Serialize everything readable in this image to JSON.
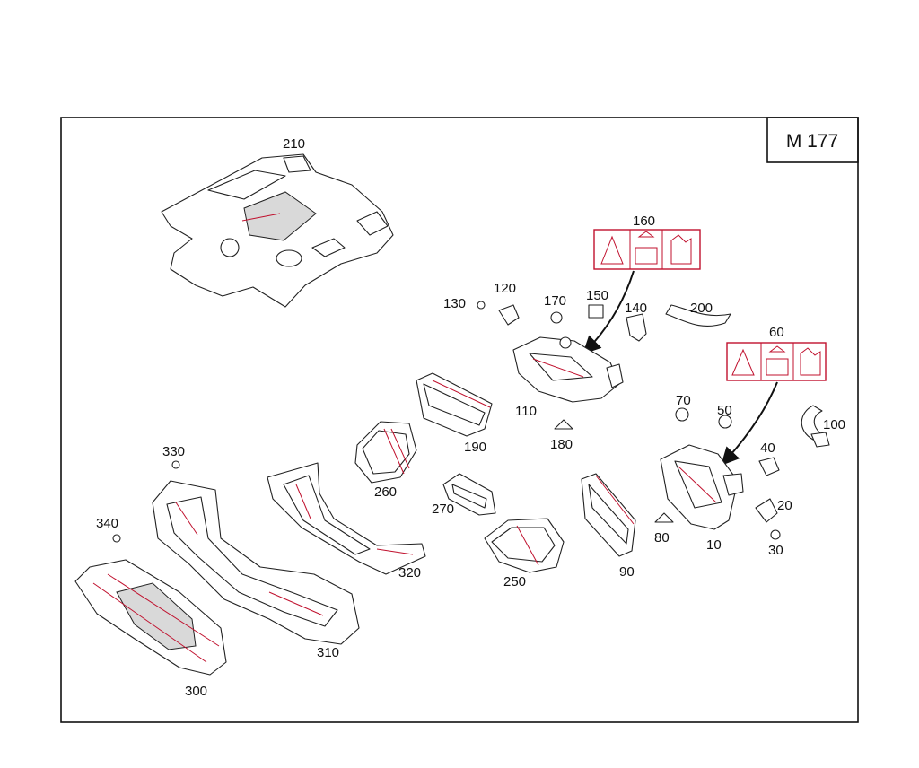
{
  "badge": "M 177",
  "callouts": {
    "p10": "10",
    "p20": "20",
    "p30": "30",
    "p40": "40",
    "p50": "50",
    "p60": "60",
    "p70": "70",
    "p80": "80",
    "p90": "90",
    "p100": "100",
    "p110": "110",
    "p120": "120",
    "p130": "130",
    "p140": "140",
    "p150": "150",
    "p160": "160",
    "p170": "170",
    "p180": "180",
    "p190": "190",
    "p200": "200",
    "p210": "210",
    "p250": "250",
    "p260": "260",
    "p270": "270",
    "p300": "300",
    "p310": "310",
    "p320": "320",
    "p330": "330",
    "p340": "340"
  },
  "colors": {
    "line": "#222222",
    "accent": "#c0112e"
  }
}
